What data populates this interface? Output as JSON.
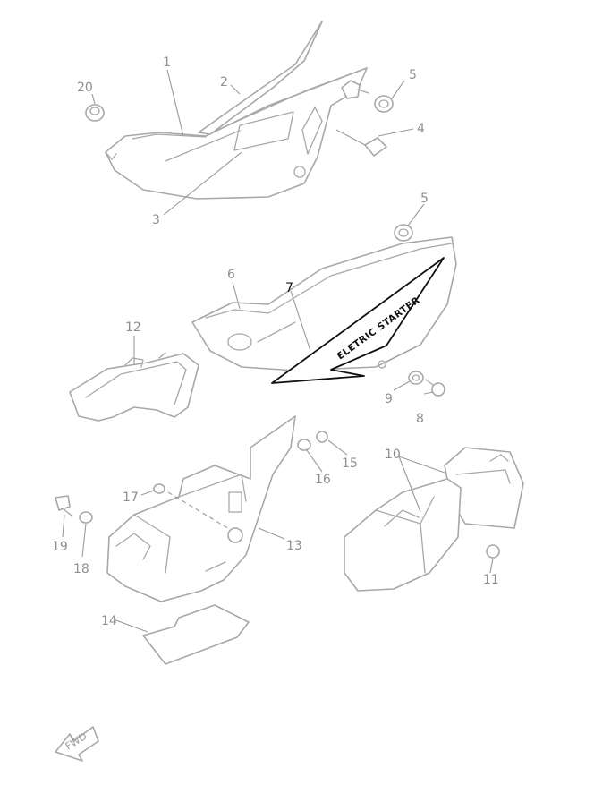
{
  "callouts": {
    "c1": "1",
    "c2": "2",
    "c3": "3",
    "c4": "4",
    "c5a": "5",
    "c5b": "5",
    "c6": "6",
    "c7": "7",
    "c8": "8",
    "c9": "9",
    "c10": "10",
    "c11": "11",
    "c12": "12",
    "c13": "13",
    "c14": "14",
    "c15": "15",
    "c16": "16",
    "c17": "17",
    "c18": "18",
    "c19": "19",
    "c20": "20"
  },
  "decal_text": "ELETRIC STARTER",
  "fwd_label": "FWD",
  "colors": {
    "part_stroke": "#a8a8a8",
    "highlight_stroke": "#111111",
    "background": "#ffffff"
  }
}
